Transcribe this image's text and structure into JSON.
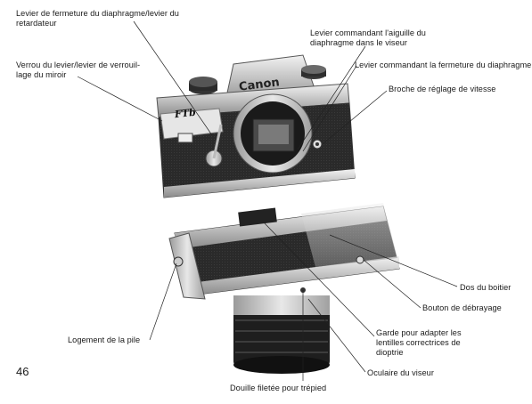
{
  "page_number": "46",
  "brand": "Canon",
  "model_badge": "FTb",
  "labels": {
    "shutter_lever": "Levier de fermeture du diaphragme/levier du",
    "shutter_lever_2": "retardateur",
    "mirror_lock": "Verrou du levier/levier de verrouil-",
    "mirror_lock_2": "lage du miroir",
    "needle_lever": "Levier commandant l'aiguille du",
    "needle_lever_2": "diaphragme dans le viseur",
    "closing_lever": "Levier commandant la fermeture du diaphragme",
    "speed_pin": "Broche de réglage de vitesse",
    "back_cover": "Dos du boitier",
    "release_button": "Bouton de débrayage",
    "eyepiece_guard": "Garde pour adapter les",
    "eyepiece_guard_2": "lentilles correctrices de",
    "eyepiece_guard_3": "dioptrie",
    "battery_housing": "Logement de la pile",
    "viewfinder_eyepiece": "Oculaire du viseur",
    "tripod_socket": "Douille filetée pour trépied"
  }
}
